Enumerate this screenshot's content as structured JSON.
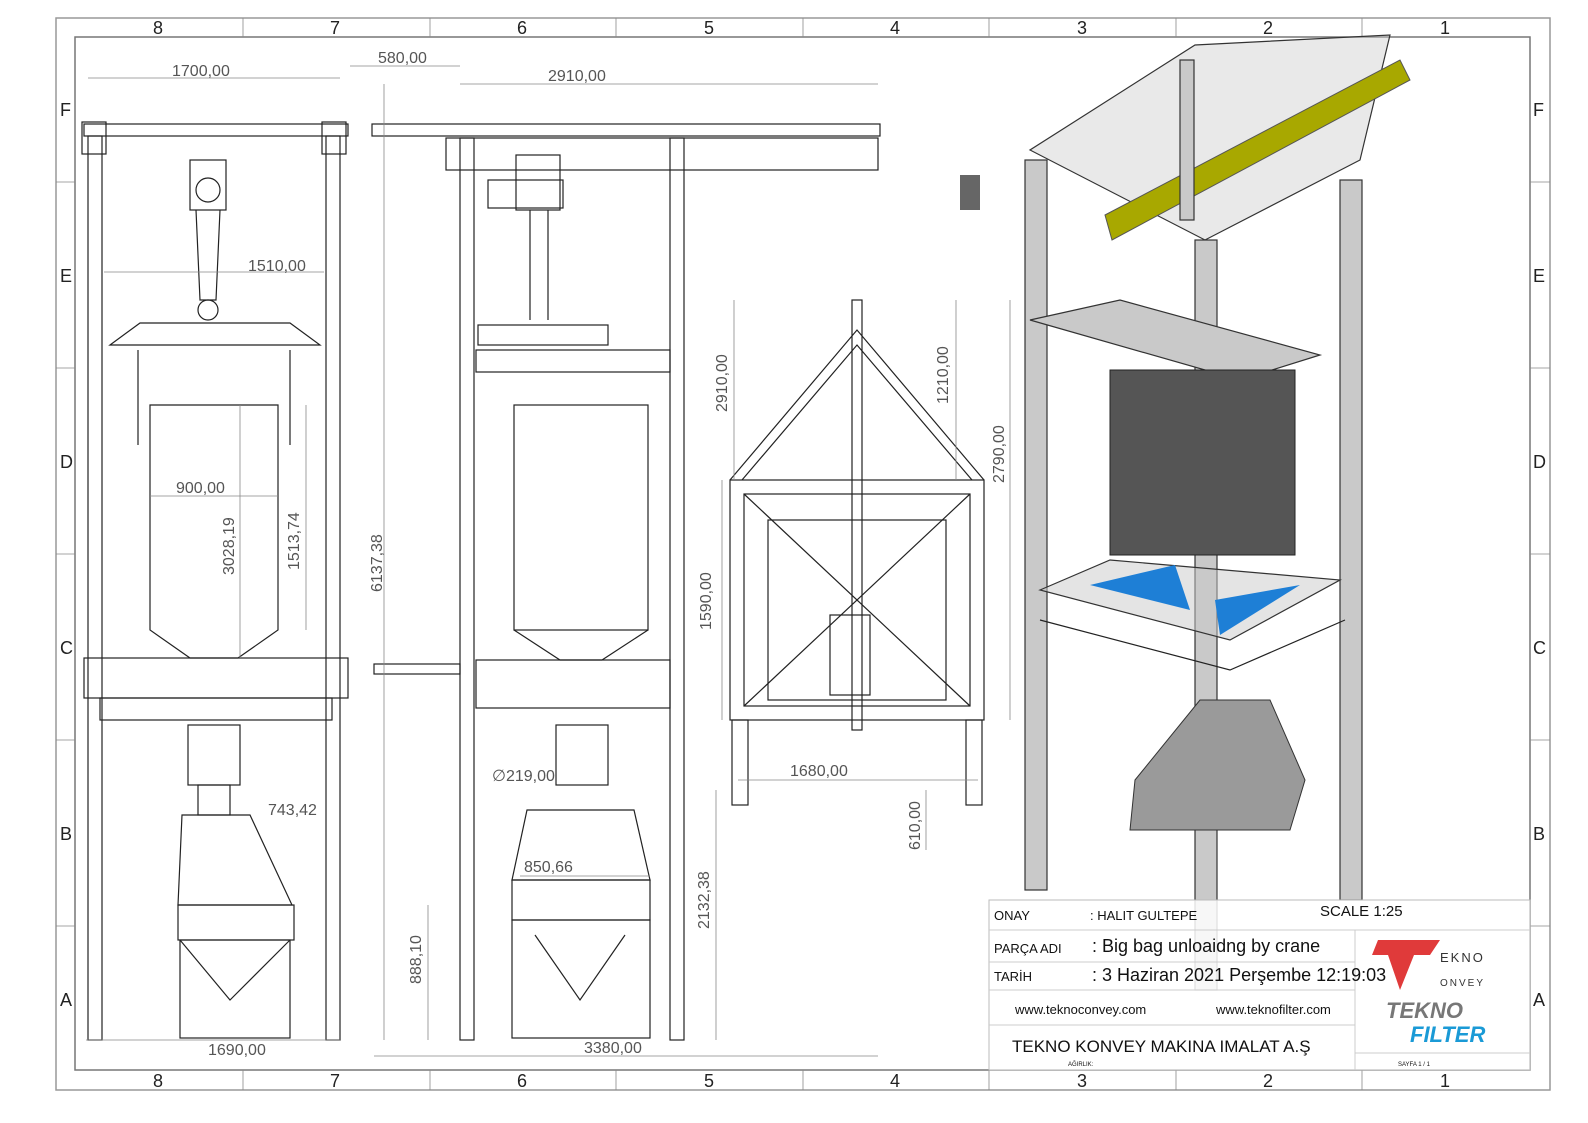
{
  "zones": {
    "columns": [
      "8",
      "7",
      "6",
      "5",
      "4",
      "3",
      "2",
      "1"
    ],
    "rows": [
      "F",
      "E",
      "D",
      "C",
      "B",
      "A"
    ]
  },
  "dimensions": {
    "front_width": "1700,00",
    "offset": "580,00",
    "side_width": "2910,00",
    "inner_width": "1510,00",
    "bag_width": "900,00",
    "bag_height": "3028,19",
    "hook_height": "1513,74",
    "total_height": "6137,38",
    "roof_height": "2910,00",
    "peak_height": "1210,00",
    "frame_height": "2790,00",
    "cage_height": "1590,00",
    "cage_width": "1680,00",
    "leg_height": "610,00",
    "outlet_diameter": "∅219,00",
    "hopper_width": "743,42",
    "hopper_side_width": "850,66",
    "outlet_height": "2132,38",
    "base_height": "888,10",
    "base_width": "1690,00",
    "total_length": "3380,00"
  },
  "title_block": {
    "approval_label": "ONAY",
    "approval_value": ": HALIT GULTEPE",
    "scale": "SCALE 1:25",
    "part_name_label": "PARÇA ADI",
    "part_name_value": ": Big bag unloaidng by crane",
    "date_label": "TARİH",
    "date_value": ": 3 Haziran 2021 Perşembe 12:19:03",
    "website_1": "www.teknoconvey.com",
    "website_2": "www.teknofilter.com",
    "company": "TEKNO KONVEY MAKINA IMALAT  A.Ş",
    "weight_label": "AĞIRLIK:",
    "sheet": "SAYFA 1 / 1",
    "logo_1": "TEKNO CONVEY",
    "logo_2": "TEKNO FILTER"
  },
  "colors": {
    "rail": "#a8a800",
    "plate": "#1e7fd6",
    "logo_red": "#e03a3a",
    "logo_blue": "#1a9ad6"
  }
}
